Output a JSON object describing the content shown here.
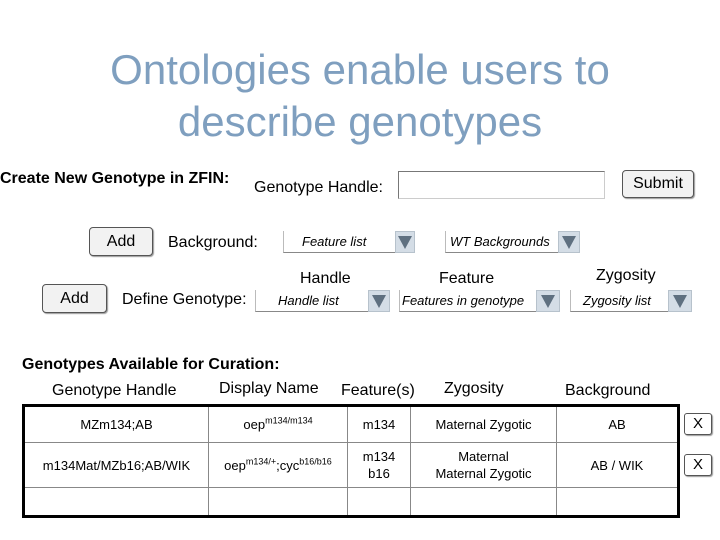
{
  "slide": {
    "title_line1": "Ontologies enable users to",
    "title_line2": "describe genotypes"
  },
  "form": {
    "heading": "Create New Genotype in ZFIN:",
    "genotype_handle_label": "Genotype Handle:",
    "genotype_handle_value": "",
    "submit_label": "Submit",
    "add_background_label": "Add",
    "background_label": "Background:",
    "feature_list": "Feature list",
    "wt_backgrounds": "WT Backgrounds",
    "handle_header": "Handle",
    "feature_header": "Feature",
    "zygosity_header": "Zygosity",
    "add_genotype_label": "Add",
    "define_genotype_label": "Define Genotype:",
    "handle_list": "Handle list",
    "features_in_genotype": "Features in genotype",
    "zygosity_list": "Zygosity list"
  },
  "curation": {
    "heading": "Genotypes Available for Curation:",
    "columns": [
      "Genotype Handle",
      "Display Name",
      "Feature(s)",
      "Zygosity",
      "Background"
    ],
    "rows": [
      {
        "handle": "MZm134;AB",
        "display_base": "oep",
        "display_sup": "m134/m134",
        "display_base2": "",
        "display_sup2": "",
        "feature1": "m134",
        "feature2": "",
        "zygosity1": "Maternal Zygotic",
        "zygosity2": "",
        "background": "AB",
        "remove_label": "X"
      },
      {
        "handle": "m134Mat/MZb16;AB/WIK",
        "display_base": "oep",
        "display_sup": "m134/+",
        "display_base2": ";cyc",
        "display_sup2": "b16/b16",
        "feature1": "m134",
        "feature2": "b16",
        "zygosity1": "Maternal",
        "zygosity2": "Maternal Zygotic",
        "background": "AB / WIK",
        "remove_label": "X"
      }
    ]
  },
  "colors": {
    "title": "#7f9fbf",
    "dropdown_arrow": "#5f7080"
  },
  "icons": {
    "dropdown": "triangle-down-icon"
  }
}
